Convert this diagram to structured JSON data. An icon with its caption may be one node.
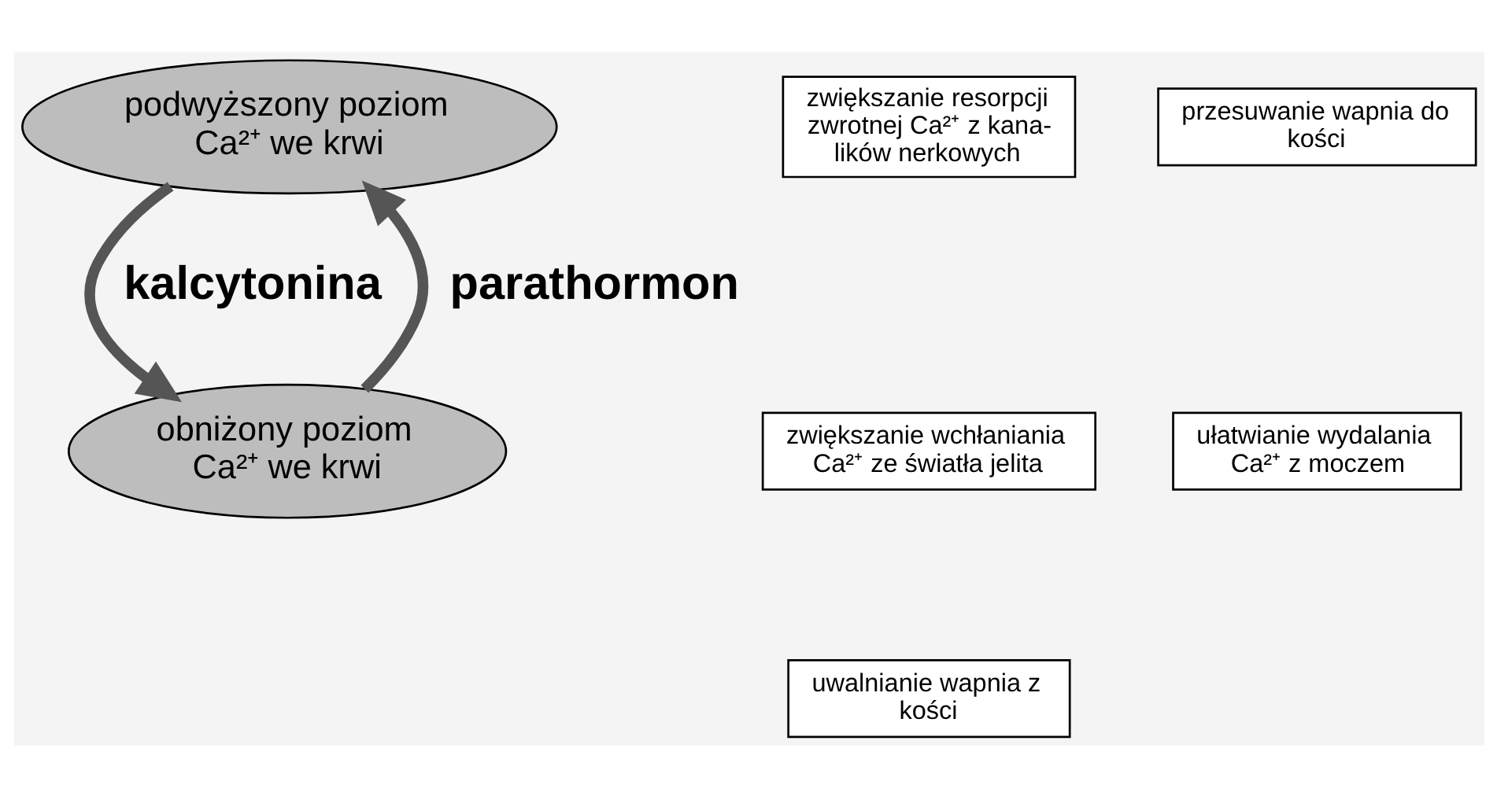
{
  "diagram": {
    "nodes": [
      {
        "text": [
          "podwyższony poziom Ca²⁺ we krwi"
        ]
      },
      {
        "text": [
          "obniżony poziom Ca²⁺ we krwi"
        ]
      },
      {
        "text": [
          "zwiększanie resorpcji zwrotnej Ca²⁺ z kana- lików nerkowych"
        ]
      },
      {
        "text": [
          "zwiększanie wchłaniania Ca²⁺ ze światła jelita"
        ]
      },
      {
        "text": [
          "uwalnianie wapnia z kości"
        ]
      },
      {
        "text": [
          "przesuwanie wapnia do kości"
        ]
      },
      {
        "text": [
          "ułatwianie wydalania Ca²⁺ z moczem"
        ]
      }
    ],
    "edges": [
      {
        "from": 0,
        "to": 1,
        "arrow": "to",
        "label": "kalcytonina"
      },
      {
        "from": 1,
        "to": 0,
        "arrow": "to",
        "label": "parathormon"
      }
    ]
  }
}
